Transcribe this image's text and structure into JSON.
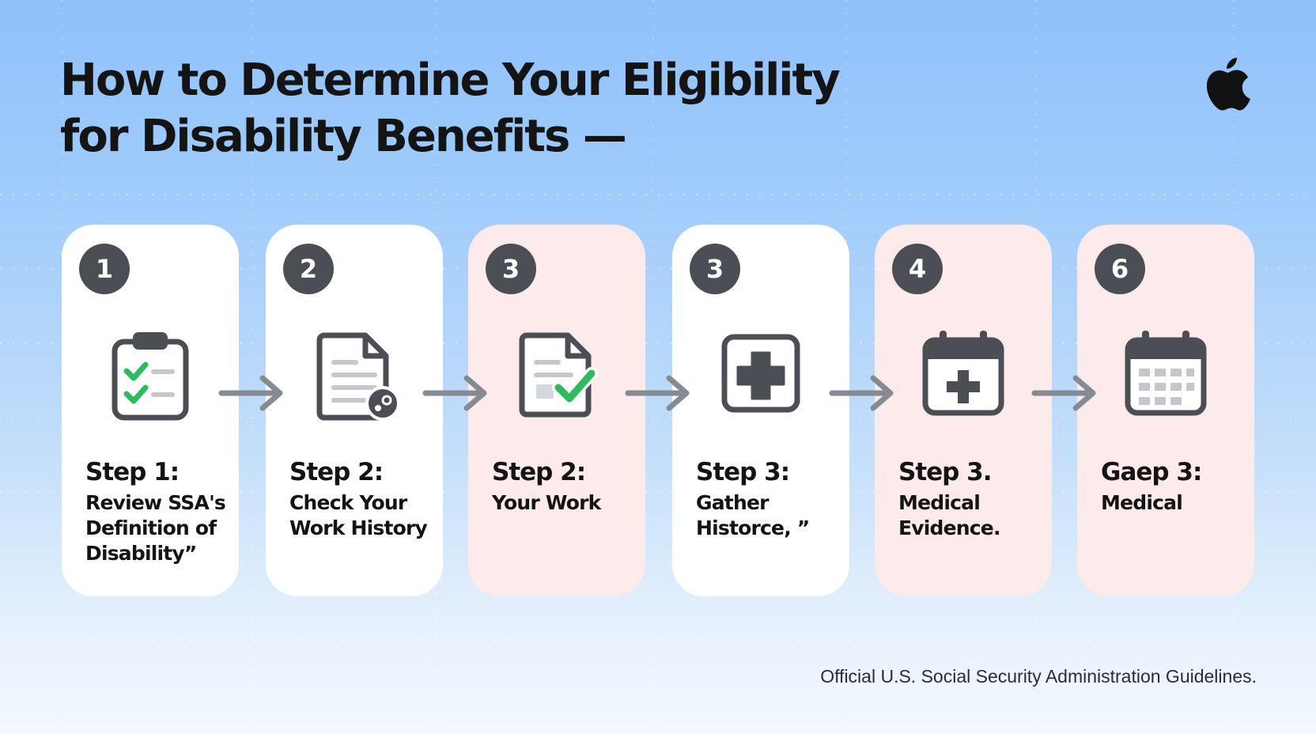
{
  "title": {
    "line1": "How to Determine Your Eligibility",
    "line2": "for Disability Benefits —"
  },
  "logo": {
    "icon": "apple-logo-icon"
  },
  "steps": [
    {
      "badge": "1",
      "title": "Step 1:",
      "desc": [
        "Review SSA's",
        "Definition of",
        "Disability”"
      ],
      "icon": "clipboard-checklist-icon",
      "tint": "white"
    },
    {
      "badge": "2",
      "title": "Step 2:",
      "desc": [
        "Check Your",
        "Work History"
      ],
      "icon": "document-icon",
      "tint": "white"
    },
    {
      "badge": "3",
      "title": "Step 2:",
      "desc": [
        "Your Work"
      ],
      "icon": "document-check-icon",
      "tint": "pink"
    },
    {
      "badge": "3",
      "title": "Step 3:",
      "desc": [
        "Gather",
        "Historce, ”"
      ],
      "icon": "medical-cross-icon",
      "tint": "white"
    },
    {
      "badge": "4",
      "title": "Step 3.",
      "desc": [
        "Medical",
        "Evidence."
      ],
      "icon": "medical-calendar-icon",
      "tint": "pink"
    },
    {
      "badge": "6",
      "title": "Gaep 3:",
      "desc": [
        "Medical"
      ],
      "icon": "calendar-icon",
      "tint": "pink"
    }
  ],
  "footer": "Official U.S. Social Security Administration Guidelines.",
  "colors": {
    "badge": "#4b4f55",
    "icon_stroke": "#4b4f55",
    "check_green": "#2dbb5d",
    "arrow": "#858b93",
    "card_white": "#ffffff",
    "card_pink": "#fdeaea"
  }
}
